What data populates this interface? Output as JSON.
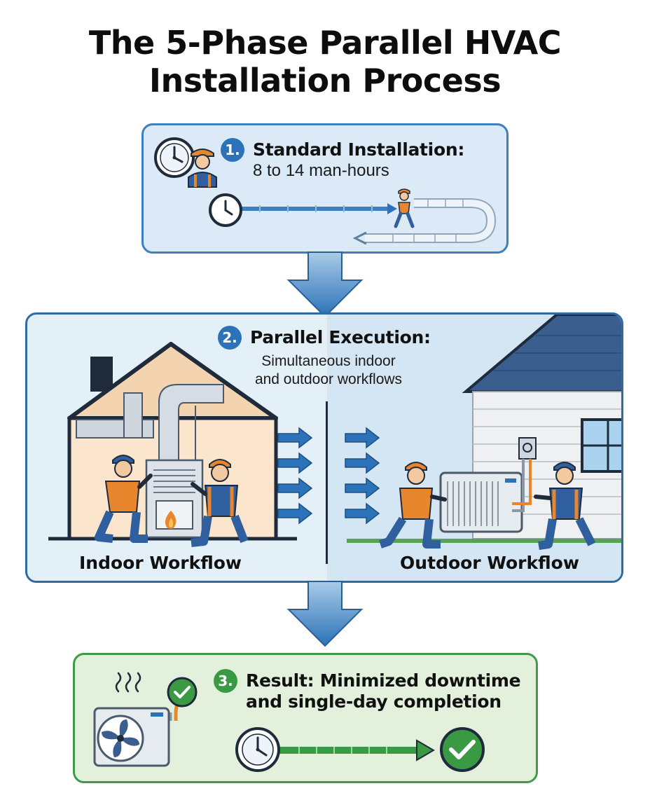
{
  "title": {
    "line1": "The 5-Phase Parallel HVAC",
    "line2": "Installation Process"
  },
  "step1": {
    "number": "1.",
    "heading": "Standard Installation:",
    "detail": "8 to 14 man-hours"
  },
  "step2": {
    "number": "2.",
    "heading": "Parallel Execution:",
    "detail_line1": "Simultaneous indoor",
    "detail_line2": "and outdoor workflows",
    "indoor_label": "Indoor Workflow",
    "outdoor_label": "Outdoor Workflow"
  },
  "step3": {
    "number": "3.",
    "heading_line1": "Result: Minimized downtime",
    "heading_line2": "and single-day completion"
  },
  "colors": {
    "blue_accent": "#2b72b8",
    "green_accent": "#3a9a44",
    "worker_orange": "#e8862e",
    "worker_blue": "#2f5f9e"
  },
  "icons": [
    "clock-icon",
    "worker-icon",
    "walking-worker-icon",
    "furnace-icon",
    "fan-icon",
    "check-icon",
    "heat-waves-icon"
  ]
}
